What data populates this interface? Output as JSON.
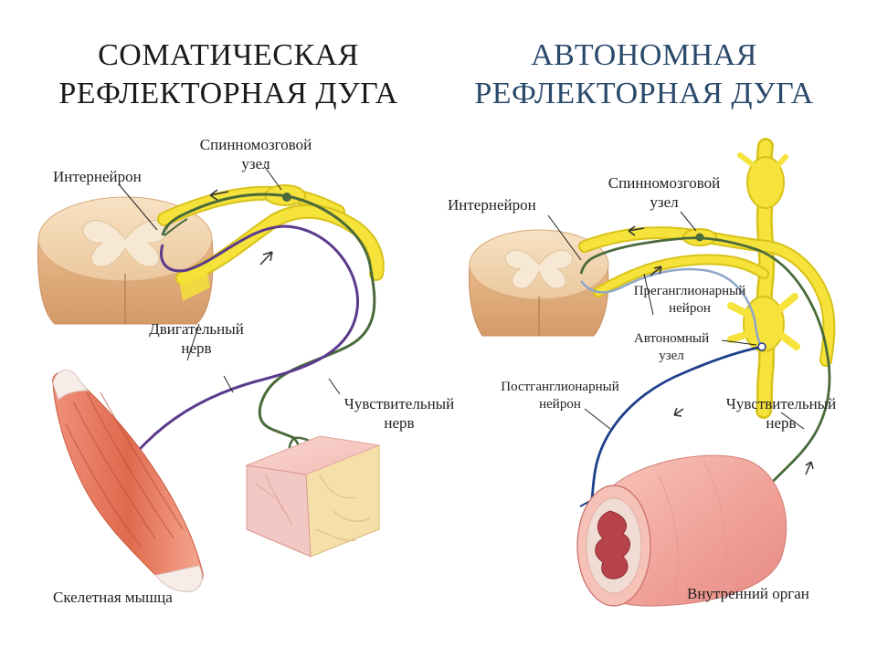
{
  "colors": {
    "nerve_yellow": "#f5e23a",
    "nerve_yellow_dark": "#d8c21a",
    "motor_purple": "#5b3a8c",
    "sensory_green": "#4a6a3a",
    "autonomic_blue": "#1e3f8a",
    "spinal_cord": "#f3d7b4",
    "muscle_red": "#e06a4e",
    "organ_pink": "#f2a8a0",
    "title_dark": "#1a1a1a",
    "title_blue": "#2b4a6b"
  },
  "somatic": {
    "title_line1": "СОМАТИЧЕСКАЯ",
    "title_line2": "РЕФЛЕКТОРНАЯ ДУГА",
    "labels": {
      "ganglion_line1": "Спинномозговой",
      "ganglion_line2": "узел",
      "interneuron": "Интернейрон",
      "motor_nerve_line1": "Двигательный",
      "motor_nerve_line2": "нерв",
      "sensory_nerve_line1": "Чувствительный",
      "sensory_nerve_line2": "нерв",
      "skeletal_muscle": "Скелетная мышца"
    }
  },
  "autonomic": {
    "title_line1": "АВТОНОМНАЯ",
    "title_line2": "РЕФЛЕКТОРНАЯ ДУГА",
    "labels": {
      "ganglion_line1": "Спинномозговой",
      "ganglion_line2": "узел",
      "interneuron": "Интернейрон",
      "preganglionic_line1": "Преганглионарный",
      "preganglionic_line2": "нейрон",
      "autonomic_ganglion_line1": "Автономный",
      "autonomic_ganglion_line2": "узел",
      "postganglionic_line1": "Постганглионарный",
      "postganglionic_line2": "нейрон",
      "sensory_nerve_line1": "Чувствительный",
      "sensory_nerve_line2": "нерв",
      "internal_organ": "Внутренний орган"
    }
  }
}
